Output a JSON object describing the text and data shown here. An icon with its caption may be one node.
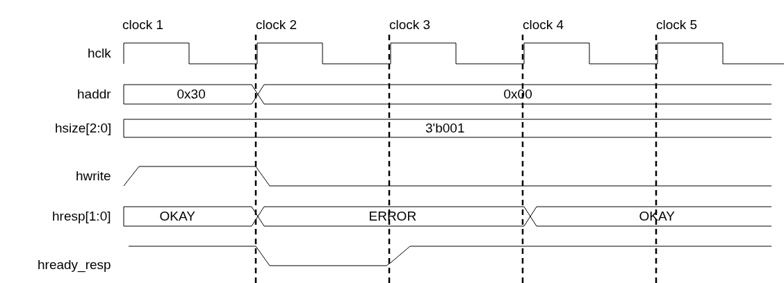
{
  "diagram": {
    "labels": [
      "clock 1",
      "clock 2",
      "clock 3",
      "clock 4",
      "clock 5",
      "hclk",
      "haddr",
      "0x30",
      "0x00",
      "hsize[2:0]",
      "3'b001",
      "hwrite",
      "hresp[1:0]",
      "OKAY",
      "ERROR",
      "OKAY",
      "hready_resp"
    ]
  }
}
